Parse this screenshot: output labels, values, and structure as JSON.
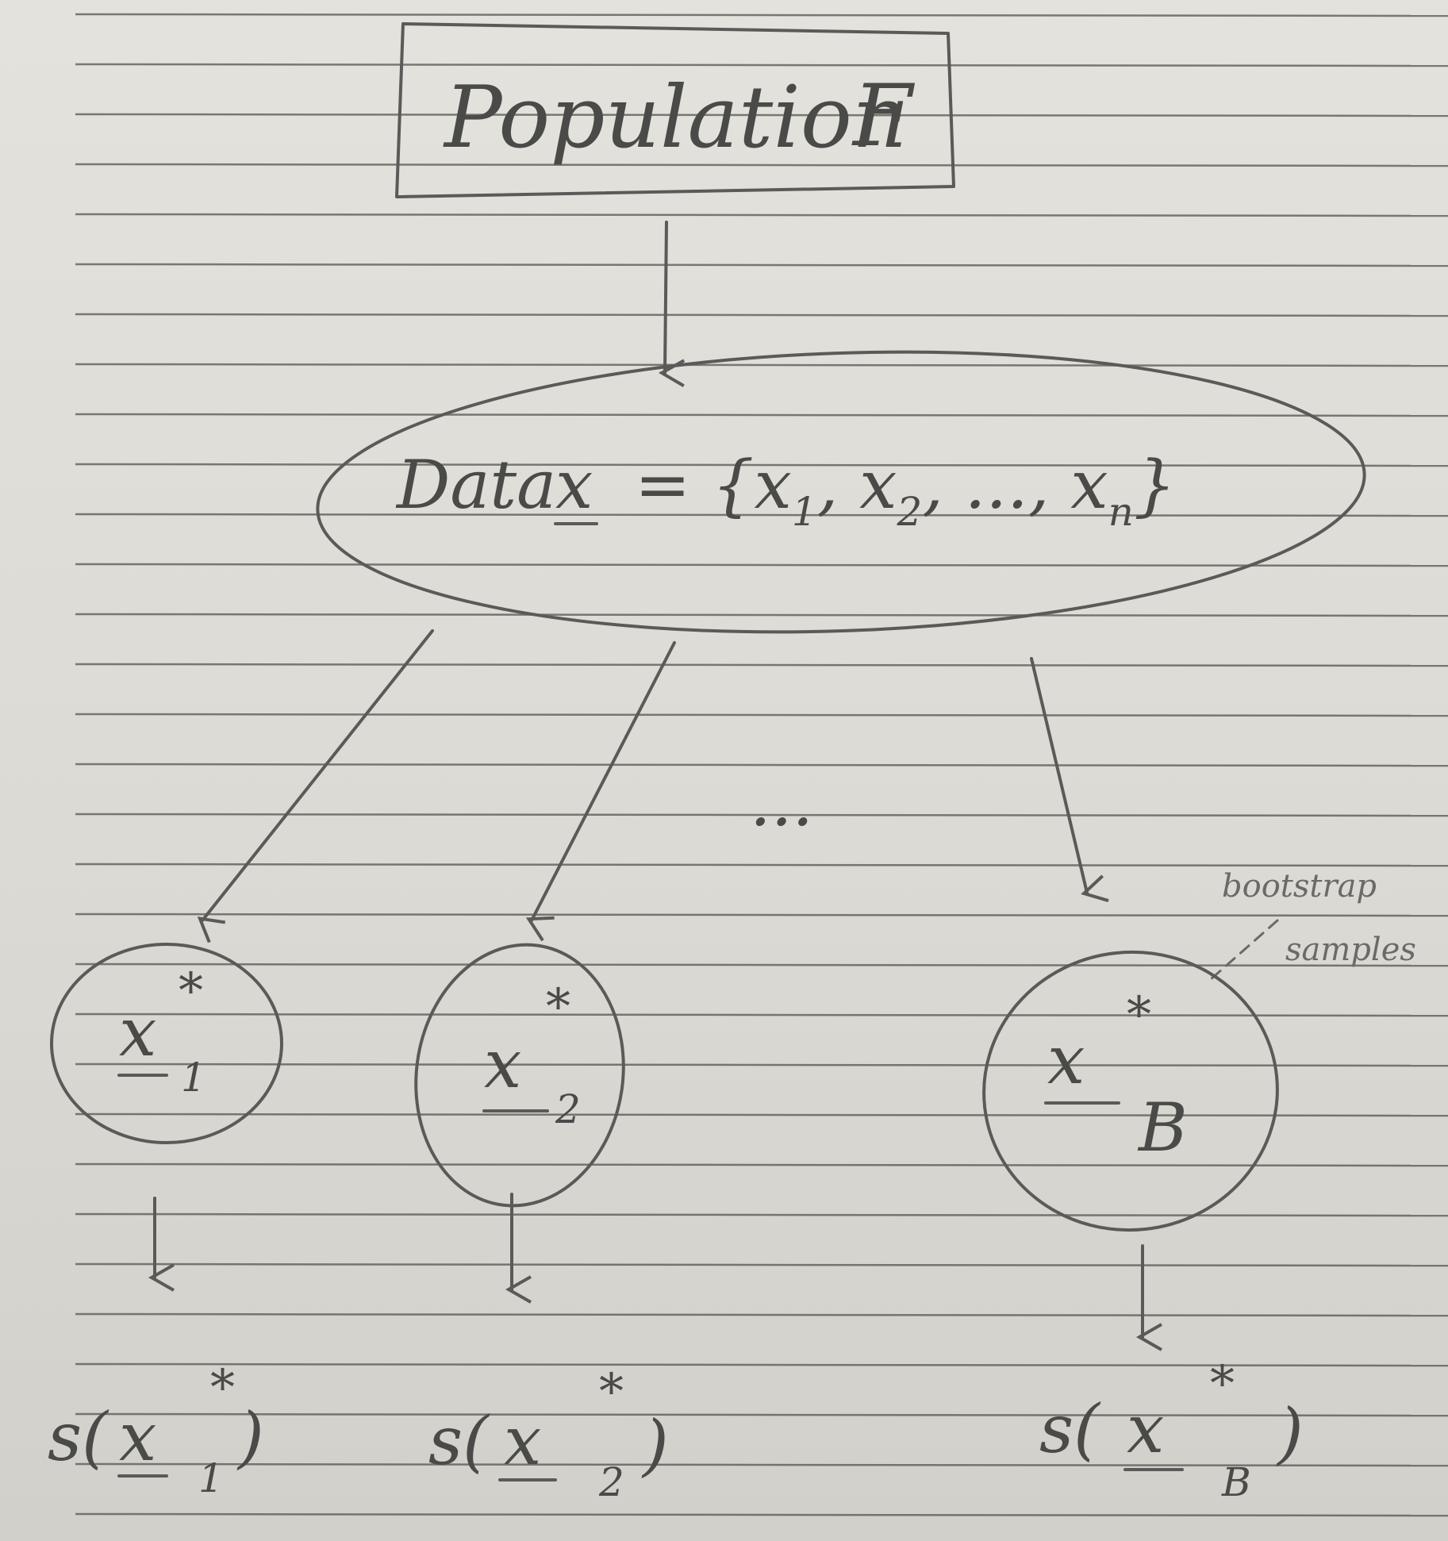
{
  "population": {
    "label": "Population",
    "symbol": "F"
  },
  "data": {
    "label": "Data",
    "var": "x",
    "set": "= {x",
    "i1": "1",
    "sep1": ", x",
    "i2": "2",
    "sep2": ", ..., x",
    "in": "n",
    "close": "}"
  },
  "ellipsis": "...",
  "annotation": {
    "line1": "bootstrap",
    "line2": "samples"
  },
  "samples": [
    {
      "var": "x",
      "star": "*",
      "sub": "1"
    },
    {
      "var": "x",
      "star": "*",
      "sub": "2"
    },
    {
      "var": "x",
      "star": "*",
      "sub": "B"
    }
  ],
  "statistics": [
    {
      "fn": "s(",
      "var": "x",
      "star": "*",
      "sub": "1",
      "close": ")"
    },
    {
      "fn": "s(",
      "var": "x",
      "star": "*",
      "sub": "2",
      "close": ")"
    },
    {
      "fn": "s(",
      "var": "x",
      "star": "*",
      "sub": "B",
      "close": ")"
    }
  ],
  "colors": {
    "paper": "#e0ded8",
    "rule": "#55554f",
    "pencil": "#4a4a48"
  }
}
